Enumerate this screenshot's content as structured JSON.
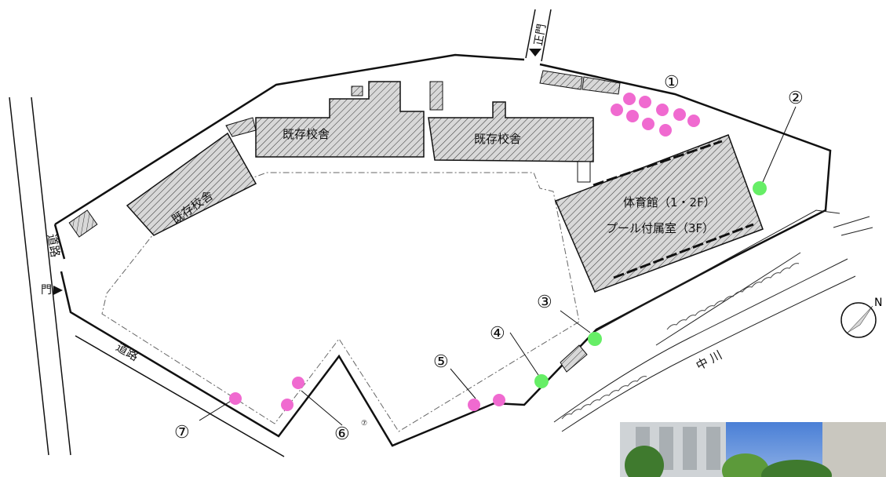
{
  "labels": {
    "main_gate": "正門",
    "side_gate": "門",
    "road_west": "道路",
    "road_south": "道路",
    "river": "中 川",
    "north": "N",
    "building_1": "既存校舎",
    "building_2": "既存校舎",
    "building_3": "既存校舎",
    "gym_line1": "体育館（1・2F）",
    "gym_line2": "プール付属室（3F）",
    "small_mark": "⑦"
  },
  "markers": {
    "m1": "①",
    "m2": "②",
    "m3": "③",
    "m4": "④",
    "m5": "⑤",
    "m6": "⑥",
    "m7": "⑦"
  },
  "colors": {
    "pink_tree": "#f06ad0",
    "green_tree": "#66ee66",
    "line": "#111111",
    "hatch": "#555555"
  },
  "photo": {
    "description_icon": "photo-thumbnail"
  }
}
